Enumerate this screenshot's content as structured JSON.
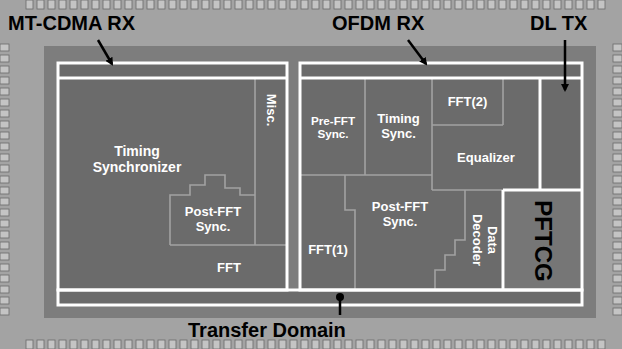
{
  "diagram": {
    "nodes": [
      {
        "text": [
          "Timing Synchronizer"
        ]
      },
      {
        "text": [
          "Misc."
        ]
      },
      {
        "text": [
          "Post-FFT Sync."
        ]
      },
      {
        "text": [
          "FFT"
        ]
      },
      {
        "text": [
          "Pre-FFT Sync."
        ]
      },
      {
        "text": [
          "Timing Sync."
        ]
      },
      {
        "text": [
          "FFT(2)"
        ]
      },
      {
        "text": [
          "Equalizer"
        ]
      },
      {
        "text": [
          "FFT(1)"
        ]
      },
      {
        "text": [
          "Post-FFT Sync."
        ]
      },
      {
        "text": [
          "Data Decoder"
        ]
      },
      {
        "text": [
          "PFTCG"
        ]
      }
    ],
    "labels": [
      "MT-CDMA RX",
      "OFDM RX",
      "DL TX",
      "Transfer Domain"
    ]
  }
}
